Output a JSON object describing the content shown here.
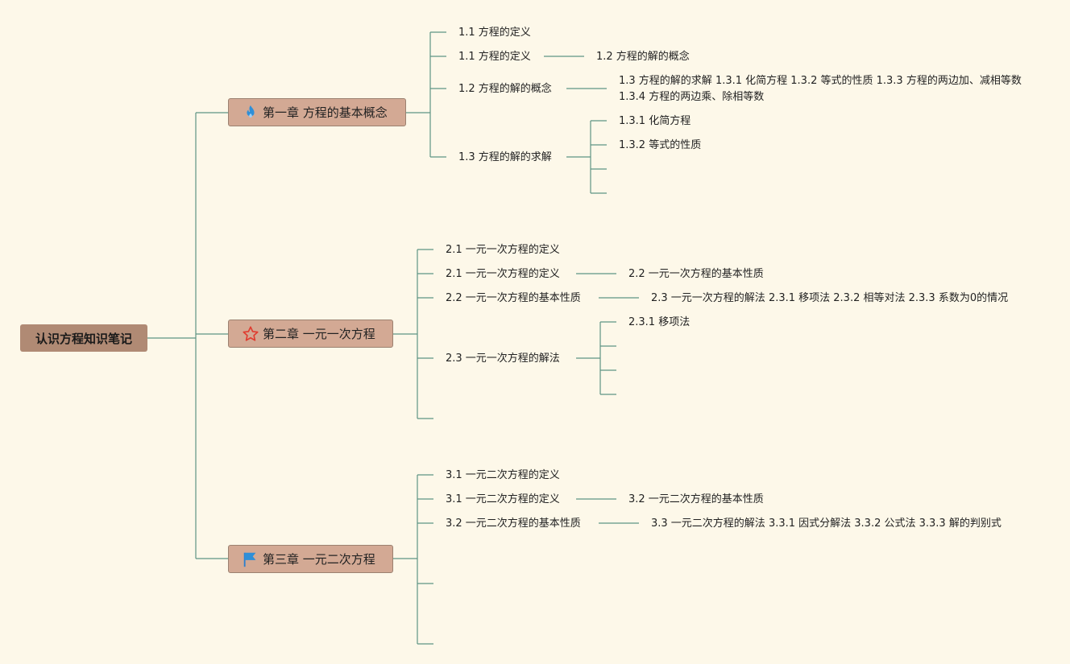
{
  "root": {
    "label": "认识方程知识笔记"
  },
  "chapters": [
    {
      "label": "第一章 方程的基本概念",
      "icon": "fire-icon",
      "items": [
        "1.1 方程的定义",
        "1.1 方程的定义",
        "1.2 方程的解的概念",
        "1.3 方程的解的求解"
      ],
      "sub": {
        "s1": "1.2 方程的解的概念",
        "s2": "1.3 方程的解的求解 1.3.1 化简方程 1.3.2 等式的性质 1.3.3 方程的两边加、减相等数 1.3.4 方程的两边乘、除相等数",
        "s3a": "1.3.1 化简方程",
        "s3b": "1.3.2 等式的性质"
      }
    },
    {
      "label": "第二章 一元一次方程",
      "icon": "star-icon",
      "items": [
        "2.1 一元一次方程的定义",
        "2.1 一元一次方程的定义",
        "2.2 一元一次方程的基本性质",
        "2.3 一元一次方程的解法"
      ],
      "sub": {
        "s1": "2.2 一元一次方程的基本性质",
        "s2": "2.3 一元一次方程的解法 2.3.1 移项法 2.3.2 相等对法 2.3.3 系数为0的情况",
        "s3a": "2.3.1 移项法"
      }
    },
    {
      "label": "第三章 一元二次方程",
      "icon": "flag-icon",
      "items": [
        "3.1 一元二次方程的定义",
        "3.1 一元二次方程的定义",
        "3.2 一元二次方程的基本性质"
      ],
      "sub": {
        "s1": "3.2 一元二次方程的基本性质",
        "s2": "3.3 一元二次方程的解法 3.3.1 因式分解法 3.3.2 公式法 3.3.3 解的判别式"
      }
    }
  ],
  "colors": {
    "background": "#fdf8e9",
    "line": "#5e9484",
    "root": "#b08a74",
    "chapter": "#d3a994"
  }
}
